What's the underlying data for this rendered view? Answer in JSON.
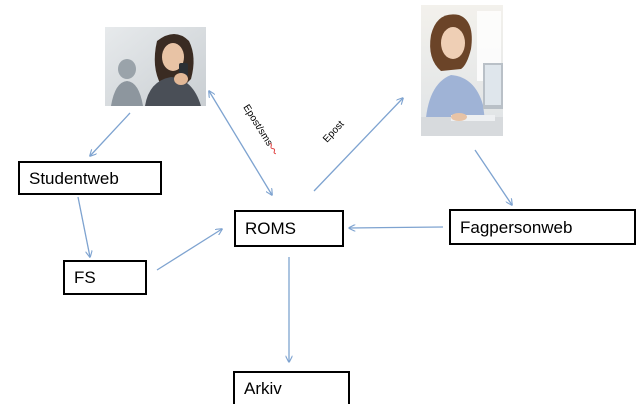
{
  "nodes": {
    "studentweb": "Studentweb",
    "fs": "FS",
    "roms": "ROMS",
    "fagpersonweb": "Fagpersonweb",
    "arkiv": "Arkiv"
  },
  "edge_labels": {
    "student_roms": "Epost/sms",
    "roms_fagperson": "Epost"
  },
  "photos": {
    "student": "mobile-phone-user-photo",
    "fagperson": "office-worker-photo"
  },
  "colors": {
    "arrow": "#7ea3d0",
    "box_border": "#000000"
  }
}
